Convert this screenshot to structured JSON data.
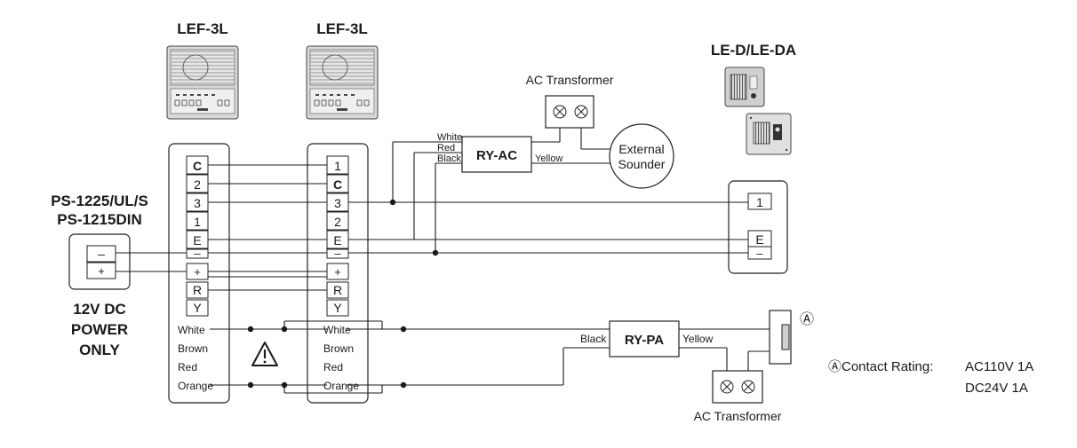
{
  "units": {
    "master1": {
      "model": "LEF-3L",
      "terminals": [
        "C",
        "2",
        "3",
        "1",
        "E",
        "–",
        "+",
        "R",
        "Y"
      ],
      "wires": [
        "White",
        "Brown",
        "Red",
        "Orange"
      ]
    },
    "master2": {
      "model": "LEF-3L",
      "terminals": [
        "1",
        "C",
        "3",
        "2",
        "E",
        "–",
        "+",
        "R",
        "Y"
      ],
      "wires": [
        "White",
        "Brown",
        "Red",
        "Orange"
      ]
    },
    "door_station": {
      "model": "LE-D/LE-DA",
      "terminals": [
        "1",
        "E",
        "–"
      ]
    }
  },
  "power_supply": {
    "model_line1": "PS-1225/UL/S",
    "model_line2": "PS-1215DIN",
    "terminals": [
      "–",
      "+"
    ],
    "note_line1": "12V DC",
    "note_line2": "POWER",
    "note_line3": "ONLY"
  },
  "relays": {
    "ry_ac": {
      "label": "RY-AC",
      "in_wires": [
        "White",
        "Red",
        "Black"
      ],
      "out_wire": "Yellow"
    },
    "ry_pa": {
      "label": "RY-PA",
      "in_wire": "Black",
      "out_wire": "Yellow"
    }
  },
  "transformers": {
    "top": "AC Transformer",
    "bottom": "AC Transformer"
  },
  "sounder": {
    "line1": "External",
    "line2": "Sounder"
  },
  "contact": {
    "marker": "Ⓐ",
    "rating_label": "ⒶContact Rating:",
    "rating_ac": "AC110V 1A",
    "rating_dc": "DC24V 1A"
  },
  "warning_symbol": "⚠"
}
